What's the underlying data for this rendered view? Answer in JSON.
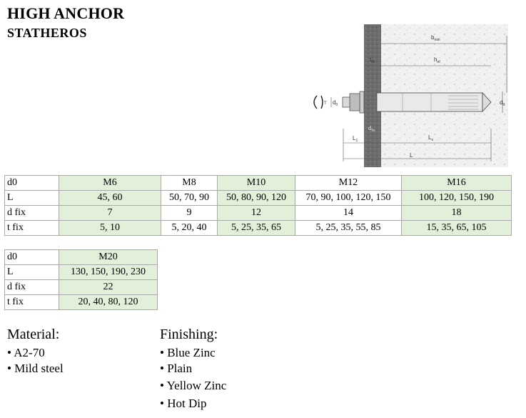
{
  "title": "HIGH ANCHOR",
  "subtitle": "STATHEROS",
  "drawing_labels": {
    "b_min": "b",
    "b_min_sub": "min",
    "h_ef": "h",
    "h_ef_sub": "ef",
    "t_fix": "t",
    "t_fix_sub": "fix",
    "d0": "d",
    "d0_sub": "0",
    "d0_right": "d",
    "d0_right_sub": "0",
    "d_fix": "d",
    "d_fix_sub": "fix",
    "T": "T",
    "L1": "L",
    "L1_sub": "1",
    "Ls": "L",
    "Ls_sub": "s",
    "L": "L"
  },
  "table1": {
    "row_labels": [
      "d0",
      "L",
      "d fix",
      "t fix"
    ],
    "columns": [
      {
        "d0": "M6",
        "L": "45, 60",
        "dfix": "7",
        "tfix": "5, 10"
      },
      {
        "d0": "M8",
        "L": "50, 70, 90",
        "dfix": "9",
        "tfix": "5, 20, 40"
      },
      {
        "d0": "M10",
        "L": "50, 80, 90, 120",
        "dfix": "12",
        "tfix": "5, 25, 35, 65"
      },
      {
        "d0": "M12",
        "L": "70, 90, 100, 120, 150",
        "dfix": "14",
        "tfix": "5, 25, 35, 55, 85"
      },
      {
        "d0": "M16",
        "L": "100, 120, 150, 190",
        "dfix": "18",
        "tfix": "15, 35, 65, 105"
      }
    ]
  },
  "table2": {
    "row_labels": [
      "d0",
      "L",
      "d fix",
      "t fix"
    ],
    "columns": [
      {
        "d0": "M20",
        "L": "130, 150, 190, 230",
        "dfix": "22",
        "tfix": "20, 40, 80, 120"
      }
    ]
  },
  "material": {
    "heading": "Material:",
    "items": [
      "• A2-70",
      "• Mild steel"
    ]
  },
  "finishing": {
    "heading": "Finishing:",
    "items": [
      "• Blue Zinc",
      "• Plain",
      "• Yellow Zinc",
      "• Hot Dip"
    ]
  },
  "colors": {
    "green_cell": "#e2efd9",
    "border": "#a9a9a9"
  }
}
